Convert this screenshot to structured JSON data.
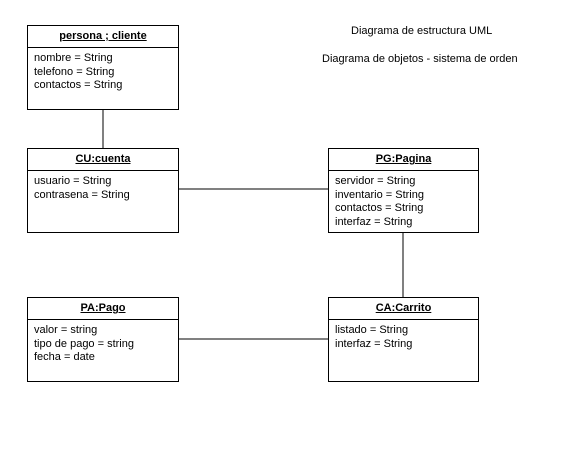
{
  "titles": {
    "main": "Diagrama de estructura UML",
    "sub": "Diagrama de objetos - sistema de orden"
  },
  "objects": {
    "persona": {
      "name": "persona ; cliente",
      "attrs": [
        "nombre = String",
        "telefono = String",
        "contactos = String"
      ]
    },
    "cuenta": {
      "name": "CU:cuenta",
      "attrs": [
        "usuario = String",
        "contrasena = String"
      ]
    },
    "pagina": {
      "name": "PG:Pagina",
      "attrs": [
        "servidor = String",
        "inventario = String",
        "contactos = String",
        "interfaz = String"
      ]
    },
    "pago": {
      "name": "PA:Pago",
      "attrs": [
        "valor = string",
        "tipo de pago = string",
        "fecha = date"
      ]
    },
    "carrito": {
      "name": "CA:Carrito",
      "attrs": [
        "listado = String",
        "interfaz = String"
      ]
    }
  },
  "colors": {
    "line": "#000000",
    "background": "#ffffff"
  }
}
